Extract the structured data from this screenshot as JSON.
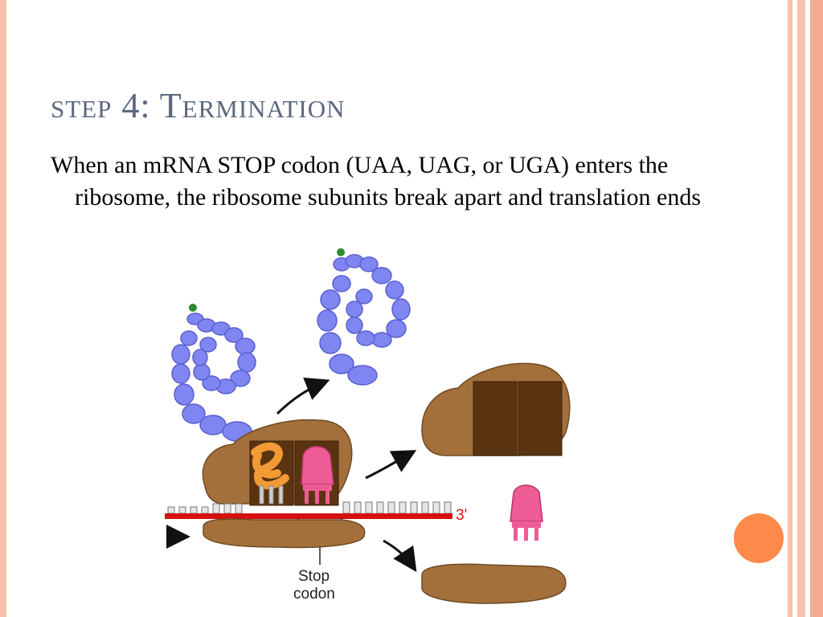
{
  "slide": {
    "title": "step 4: Termination",
    "body": "When an mRNA STOP codon (UAA, UAG, or UGA) enters the ribosome, the ribosome subunits break apart and translation ends"
  },
  "diagram": {
    "stop_label_line1": "Stop",
    "stop_label_line2": "codon",
    "three_prime_label": "3'"
  },
  "colors": {
    "accent": "#fd8a4b",
    "frame": "#f7c2ad",
    "title": "#5b677d",
    "ribosome": "#a3703c",
    "protein": "#7f86f2",
    "release_factor": "#ee5c96",
    "trna": "#f29a36",
    "mrna": "#d61010"
  }
}
